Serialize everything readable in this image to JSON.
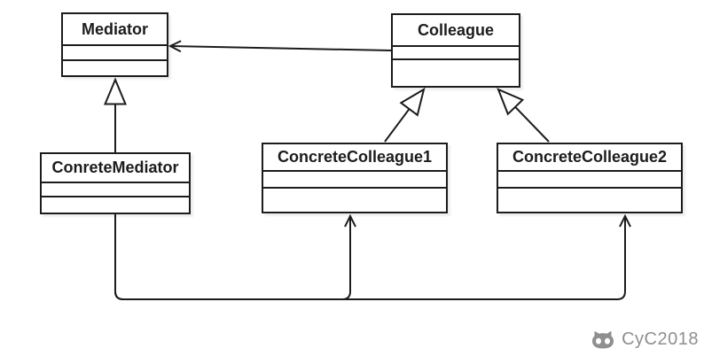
{
  "colors": {
    "line": "#1c1c1c",
    "box_fill": "#ffffff",
    "background": "#ffffff",
    "watermark": "#8f8f8f"
  },
  "classes": [
    {
      "name": "Mediator"
    },
    {
      "name": "Colleague"
    },
    {
      "name": "ConreteMediator"
    },
    {
      "name": "ConcreteColleague1"
    },
    {
      "name": "ConcreteColleague2"
    }
  ],
  "relationships": [
    {
      "from": "Colleague",
      "to": "Mediator",
      "type": "association-open-arrow"
    },
    {
      "from": "ConreteMediator",
      "to": "Mediator",
      "type": "generalization-hollow-triangle"
    },
    {
      "from": "ConcreteColleague1",
      "to": "Colleague",
      "type": "generalization-hollow-triangle"
    },
    {
      "from": "ConcreteColleague2",
      "to": "Colleague",
      "type": "generalization-hollow-triangle"
    },
    {
      "from": "ConreteMediator",
      "to": "ConcreteColleague1",
      "type": "association-open-arrow"
    },
    {
      "from": "ConreteMediator",
      "to": "ConcreteColleague2",
      "type": "association-open-arrow"
    }
  ],
  "watermark": {
    "text": "CyC2018",
    "icon": "github-octocat-icon"
  }
}
